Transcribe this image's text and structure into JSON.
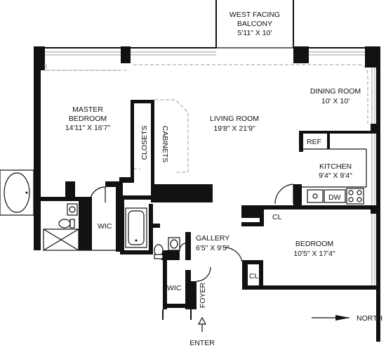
{
  "rooms": {
    "balcony": {
      "line1": "WEST FACING",
      "line2": "BALCONY",
      "dims": "5'11\" X 10'"
    },
    "master_bedroom": {
      "line1": "MASTER",
      "line2": "BEDROOM",
      "dims": "14'11\" X 16'7\""
    },
    "living_room": {
      "name": "LIVING ROOM",
      "dims": "19'8\" X 21'9\""
    },
    "dining_room": {
      "name": "DINING ROOM",
      "dims": "10' X 10'"
    },
    "kitchen": {
      "name": "KITCHEN",
      "dims": "9'4\" X 9'4\""
    },
    "gallery": {
      "name": "GALLERY",
      "dims": "6'5\" X 9'5\""
    },
    "bedroom": {
      "name": "BEDROOM",
      "dims": "10'5\" X 17'4\""
    }
  },
  "labels": {
    "closets": "CLOSETS",
    "cabinets": "CABINETS",
    "ref": "REF",
    "dw": "DW",
    "wic_master": "WIC",
    "wic_foyer": "WIC",
    "cl_bedroom_top": "CL",
    "cl_bedroom_left": "CL",
    "foyer": "FOYER",
    "enter": "ENTER",
    "north": "NORTH"
  }
}
